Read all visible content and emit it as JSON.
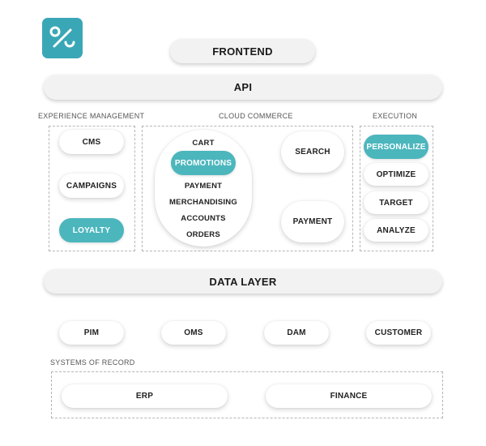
{
  "logo": {
    "icon": "percent-icon",
    "color": "#3aa7b6"
  },
  "top": {
    "frontend": "FRONTEND",
    "api": "API"
  },
  "sections": {
    "experience_management": {
      "label": "EXPERIENCE MANAGEMENT",
      "items": [
        "CMS",
        "CAMPAIGNS",
        "LOYALTY"
      ]
    },
    "cloud_commerce": {
      "label": "CLOUD COMMERCE",
      "group": [
        "CART",
        "PROMOTIONS",
        "PAYMENT",
        "MERCHANDISING",
        "ACCOUNTS",
        "ORDERS"
      ],
      "search": "SEARCH",
      "payment": "PAYMENT"
    },
    "execution": {
      "label": "EXECUTION",
      "items": [
        "PERSONALIZE",
        "OPTIMIZE",
        "TARGET",
        "ANALYZE"
      ]
    }
  },
  "data_layer": "DATA LAYER",
  "services": [
    "PIM",
    "OMS",
    "DAM",
    "CUSTOMER"
  ],
  "systems_of_record": {
    "label": "SYSTEMS OF RECORD",
    "items": [
      "ERP",
      "FINANCE"
    ]
  },
  "colors": {
    "accent": "#4cb6bd",
    "bar": "#f2f2f2"
  }
}
